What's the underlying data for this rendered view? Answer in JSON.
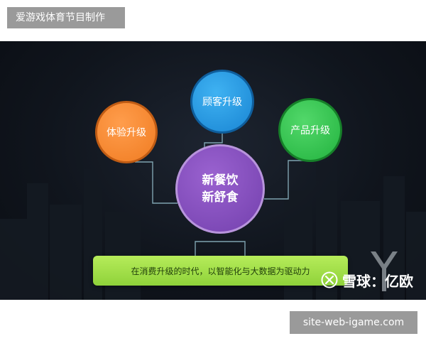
{
  "header_tag": "爱游戏体育节目制作",
  "footer_tag": "site-web-igame.com",
  "diagram": {
    "nodes": {
      "experience": "体验升级",
      "customer": "顾客升级",
      "product": "产品升级",
      "core_line1": "新餐饮",
      "core_line2": "新舒食"
    },
    "banner": "在消费升级的时代，以智能化与大数据为驱动力"
  },
  "watermark": {
    "brand": "雪球：亿欧"
  },
  "colors": {
    "experience": "#f07c22",
    "customer": "#1985d3",
    "product": "#23b33f",
    "core": "#7340ad",
    "banner": "#9bd63f",
    "connector": "#7fa3b0"
  }
}
